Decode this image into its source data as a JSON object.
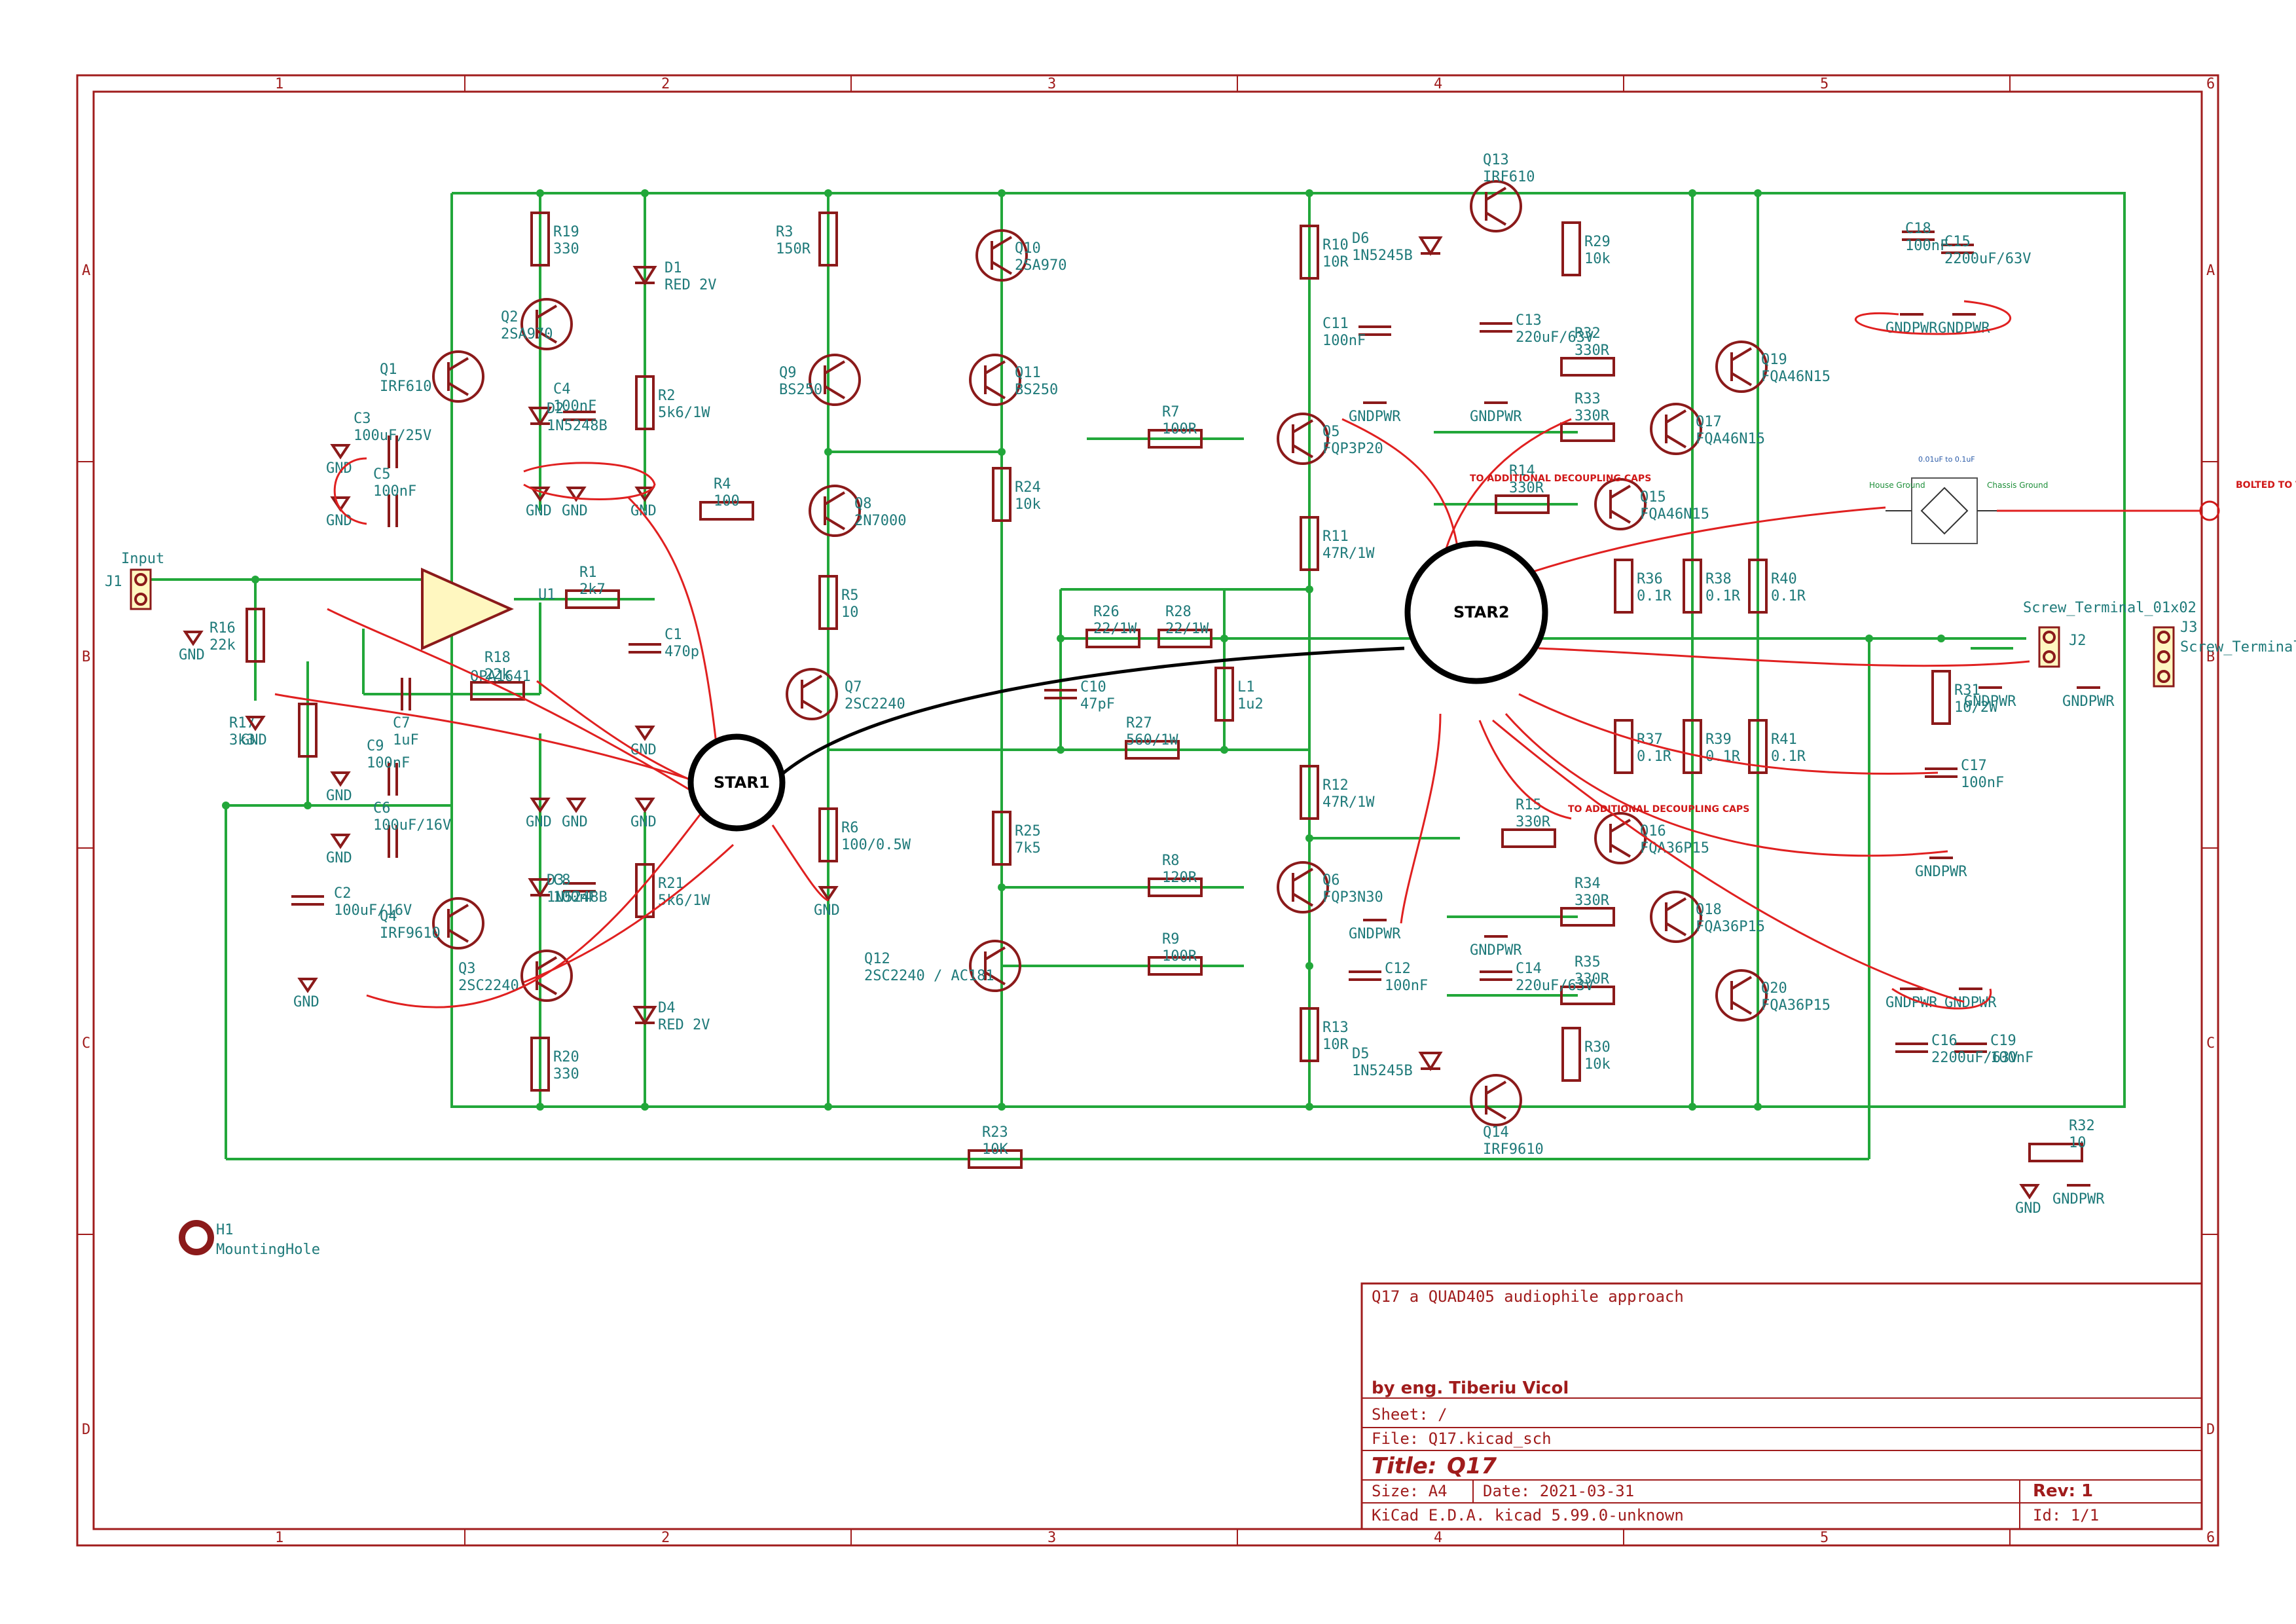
{
  "title_block": {
    "project": "Q17 a QUAD405 audiophile approach",
    "author": "by eng. Tiberiu Vicol",
    "sheet": "Sheet: /",
    "file": "File: Q17.kicad_sch",
    "title_label": "Title:",
    "title": "Q17",
    "size": "Size: A4",
    "date": "Date: 2021-03-31",
    "rev": "Rev: 1",
    "tool": "KiCad E.D.A.  kicad 5.99.0-unknown",
    "id": "Id: 1/1"
  },
  "grid_cols": [
    "1",
    "2",
    "3",
    "4",
    "5",
    "6"
  ],
  "grid_rows": [
    "A",
    "B",
    "C",
    "D"
  ],
  "stars": {
    "star1": "STAR1",
    "star2": "STAR2"
  },
  "connectors": {
    "j1_ref": "J1",
    "j1_val": "Input",
    "j2_ref": "J2",
    "j2_val": "Screw_Terminal_01x02",
    "j3_ref": "J3",
    "j3_val": "Screw_Terminal_",
    "h1_ref": "H1",
    "h1_val": "MountingHole"
  },
  "components": [
    {
      "ref": "R19",
      "val": "330"
    },
    {
      "ref": "D1",
      "val": "RED 2V"
    },
    {
      "ref": "Q2",
      "val": "2SA970"
    },
    {
      "ref": "Q1",
      "val": "IRF610"
    },
    {
      "ref": "D2",
      "val": "1N5248B"
    },
    {
      "ref": "C4",
      "val": "100nF"
    },
    {
      "ref": "R2",
      "val": "5k6/1W"
    },
    {
      "ref": "C3",
      "val": "100uF/25V"
    },
    {
      "ref": "C5",
      "val": "100nF"
    },
    {
      "ref": "R4",
      "val": "100"
    },
    {
      "ref": "R1",
      "val": "2k7"
    },
    {
      "ref": "U1",
      "val": "OPA1641"
    },
    {
      "ref": "C1",
      "val": "470p"
    },
    {
      "ref": "R16",
      "val": "22k"
    },
    {
      "ref": "R18",
      "val": "22k"
    },
    {
      "ref": "C7",
      "val": "1uF"
    },
    {
      "ref": "R17",
      "val": "3k3"
    },
    {
      "ref": "C9",
      "val": "100nF"
    },
    {
      "ref": "C6",
      "val": "100uF/16V"
    },
    {
      "ref": "C2",
      "val": "100uF/16V"
    },
    {
      "ref": "Q4",
      "val": "IRF9610"
    },
    {
      "ref": "D3",
      "val": "1N5248B"
    },
    {
      "ref": "C8",
      "val": "100nF"
    },
    {
      "ref": "R21",
      "val": "5k6/1W"
    },
    {
      "ref": "Q3",
      "val": "2SC2240"
    },
    {
      "ref": "D4",
      "val": "RED 2V"
    },
    {
      "ref": "R20",
      "val": "330"
    },
    {
      "ref": "R3",
      "val": "150R"
    },
    {
      "ref": "Q10",
      "val": "2SA970"
    },
    {
      "ref": "Q9",
      "val": "BS250"
    },
    {
      "ref": "Q11",
      "val": "BS250"
    },
    {
      "ref": "Q8",
      "val": "2N7000"
    },
    {
      "ref": "R5",
      "val": "10"
    },
    {
      "ref": "Q7",
      "val": "2SC2240"
    },
    {
      "ref": "R6",
      "val": "100/0.5W"
    },
    {
      "ref": "R24",
      "val": "10k"
    },
    {
      "ref": "R7",
      "val": "100R"
    },
    {
      "ref": "R26",
      "val": "22/1W"
    },
    {
      "ref": "R28",
      "val": "22/1W"
    },
    {
      "ref": "C10",
      "val": "47pF"
    },
    {
      "ref": "L1",
      "val": "1u2"
    },
    {
      "ref": "R27",
      "val": "560/1W"
    },
    {
      "ref": "R25",
      "val": "7k5"
    },
    {
      "ref": "R8",
      "val": "120R"
    },
    {
      "ref": "R9",
      "val": "100R"
    },
    {
      "ref": "Q12",
      "val": "2SC2240 / AC181"
    },
    {
      "ref": "R23",
      "val": "10K"
    },
    {
      "ref": "R10",
      "val": "10R"
    },
    {
      "ref": "D6",
      "val": "1N5245B"
    },
    {
      "ref": "Q13",
      "val": "IRF610"
    },
    {
      "ref": "R29",
      "val": "10k"
    },
    {
      "ref": "C11",
      "val": "100nF"
    },
    {
      "ref": "C13",
      "val": "220uF/63V"
    },
    {
      "ref": "Q5",
      "val": "FQP3P20"
    },
    {
      "ref": "R11",
      "val": "47R/1W"
    },
    {
      "ref": "R12",
      "val": "47R/1W"
    },
    {
      "ref": "Q6",
      "val": "FQP3N30"
    },
    {
      "ref": "C12",
      "val": "100nF"
    },
    {
      "ref": "C14",
      "val": "220uF/63V"
    },
    {
      "ref": "R13",
      "val": "10R"
    },
    {
      "ref": "D5",
      "val": "1N5245B"
    },
    {
      "ref": "Q14",
      "val": "IRF9610"
    },
    {
      "ref": "R30",
      "val": "10k"
    },
    {
      "ref": "R32",
      "val": "330R"
    },
    {
      "ref": "R33",
      "val": "330R"
    },
    {
      "ref": "R14",
      "val": "330R"
    },
    {
      "ref": "Q19",
      "val": "FQA46N15"
    },
    {
      "ref": "Q17",
      "val": "FQA46N15"
    },
    {
      "ref": "Q15",
      "val": "FQA46N15"
    },
    {
      "ref": "R36",
      "val": "0.1R"
    },
    {
      "ref": "R38",
      "val": "0.1R"
    },
    {
      "ref": "R40",
      "val": "0.1R"
    },
    {
      "ref": "R37",
      "val": "0.1R"
    },
    {
      "ref": "R39",
      "val": "0.1R"
    },
    {
      "ref": "R41",
      "val": "0.1R"
    },
    {
      "ref": "R15",
      "val": "330R"
    },
    {
      "ref": "R34",
      "val": "330R"
    },
    {
      "ref": "R35",
      "val": "330R"
    },
    {
      "ref": "Q16",
      "val": "FQA36P15"
    },
    {
      "ref": "Q18",
      "val": "FQA36P15"
    },
    {
      "ref": "Q20",
      "val": "FQA36P15"
    },
    {
      "ref": "C18",
      "val": "100nF"
    },
    {
      "ref": "C15",
      "val": "2200uF/63V"
    },
    {
      "ref": "C16",
      "val": "2200uF/63V"
    },
    {
      "ref": "C19",
      "val": "100nF"
    },
    {
      "ref": "R31",
      "val": "10/2W"
    },
    {
      "ref": "C17",
      "val": "100nF"
    },
    {
      "ref": "R32b",
      "val": "10"
    }
  ],
  "power_labels": {
    "gnd": "GND",
    "gndpwr": "GNDPWR"
  },
  "annotations": {
    "decoupling_top": "TO ADDITIONAL DECOUPLING CAPS",
    "decoupling_bottom": "TO ADDITIONAL DECOUPLING CAPS",
    "bolted": "BOLTED TO THE CHASSIS",
    "house_ground": "House Ground",
    "chassis_ground": "Chassis Ground",
    "bridge_note": "0.01uF to 0.1uF"
  }
}
